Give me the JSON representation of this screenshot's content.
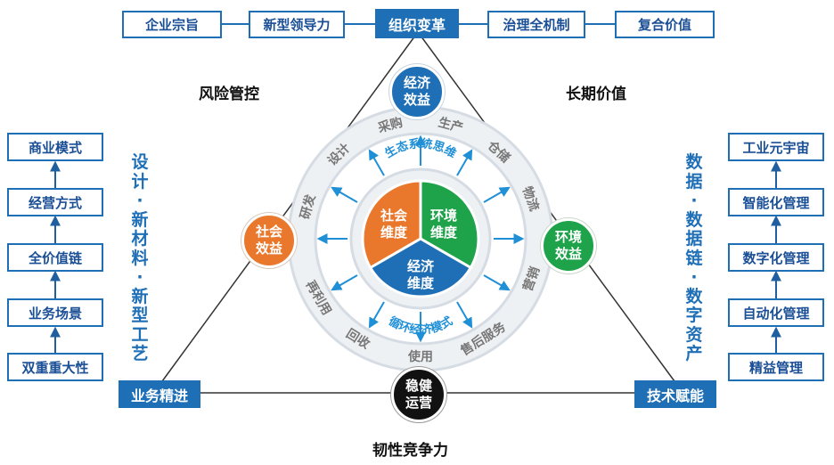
{
  "top_row": [
    "企业宗旨",
    "新型领导力",
    "组织变革",
    "治理全机制",
    "复合价值"
  ],
  "risk_label": "风险管控",
  "value_label": "长期价值",
  "bottom_label": "韧性竞争力",
  "left_column": [
    "商业模式",
    "经营方式",
    "全价值链",
    "业务场景",
    "双重重大性"
  ],
  "left_vertical": "设计·新材料·新型工艺",
  "left_corner": "业务精进",
  "right_column": [
    "工业元宇宙",
    "智能化管理",
    "数字化管理",
    "自动化管理",
    "精益管理"
  ],
  "right_vertical": "数据·数据链·数字资产",
  "right_corner": "技术赋能",
  "nodes": {
    "top": "经济\n效益",
    "left": "社会\n效益",
    "right": "环境\n效益",
    "bottom": "稳健\n运营"
  },
  "ring_items": [
    "采购",
    "生产",
    "仓储",
    "物流",
    "营销",
    "售后服务",
    "使用",
    "回收",
    "再利用",
    "研发",
    "设计"
  ],
  "inner_ring_top": "生态系统思维",
  "inner_ring_bottom": "循环经济模式",
  "sectors": {
    "social": "社会\n维度",
    "environment": "环境\n维度",
    "economic": "经济\n维度"
  },
  "colors": {
    "blue": "#1f6fb6",
    "orange": "#e9782d",
    "green": "#1fa34a",
    "black": "#111111",
    "arrow": "#1f8fd6"
  }
}
